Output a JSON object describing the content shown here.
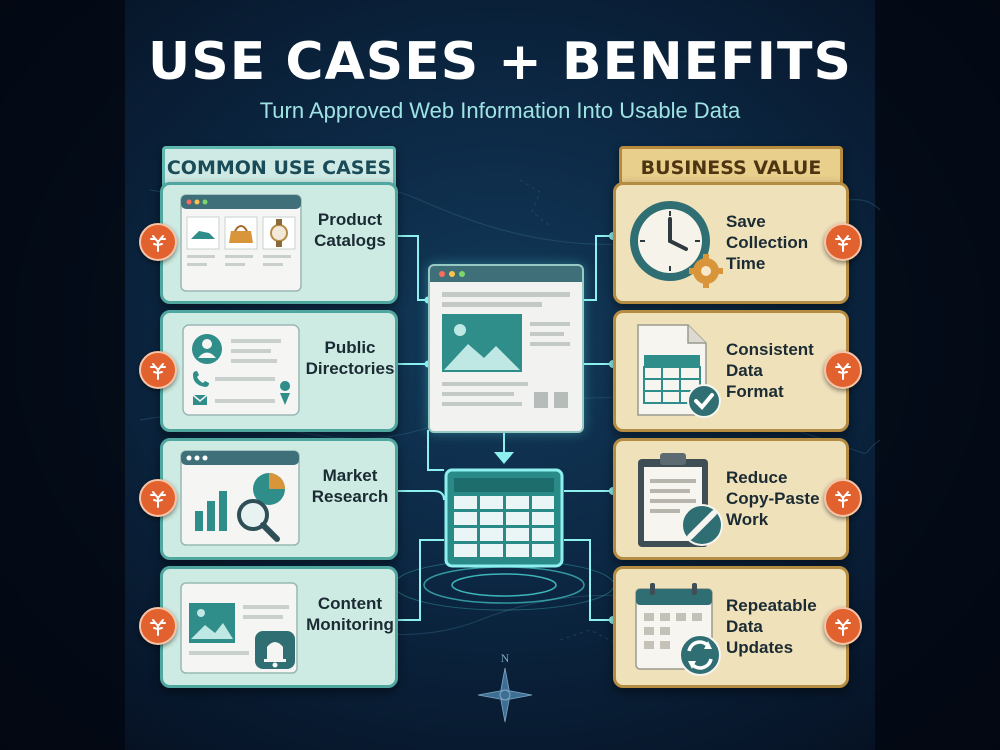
{
  "title": "USE CASES + BENEFITS",
  "subtitle": "Turn Approved Web Information Into Usable Data",
  "compass_letter": "N",
  "left_column": {
    "header": "COMMON USE CASES",
    "items": [
      {
        "label": "Product\nCatalogs",
        "icon": "product-grid-window-icon"
      },
      {
        "label": "Public\nDirectories",
        "icon": "contact-card-icon"
      },
      {
        "label": "Market\nResearch",
        "icon": "chart-magnifier-icon"
      },
      {
        "label": "Content\nMonitoring",
        "icon": "page-bell-icon"
      }
    ]
  },
  "right_column": {
    "header": "BUSINESS VALUE",
    "items": [
      {
        "label": "Save\nCollection\nTime",
        "icon": "clock-gear-icon"
      },
      {
        "label": "Consistent\nData\nFormat",
        "icon": "spreadsheet-check-icon"
      },
      {
        "label": "Reduce\nCopy-Paste\nWork",
        "icon": "clipboard-no-icon"
      },
      {
        "label": "Repeatable\nData\nUpdates",
        "icon": "calendar-refresh-icon"
      }
    ]
  },
  "colors": {
    "left_card": "#cdeae3",
    "right_card": "#efe1ba",
    "teal": "#2e7d78",
    "badge": "#e2622f",
    "connector": "#8ef0ee"
  }
}
